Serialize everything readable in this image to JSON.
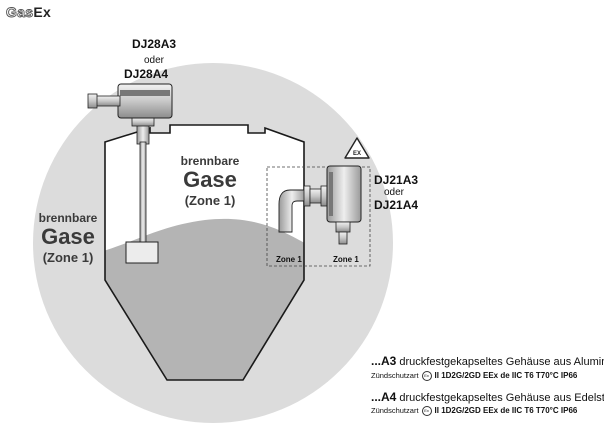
{
  "logo": {
    "part1": "Gas",
    "part2": "Ex"
  },
  "top_device": {
    "model_a": "DJ28A3",
    "connector": "oder",
    "model_b": "DJ28A4"
  },
  "side_device": {
    "model_a": "DJ21A3",
    "connector": "oder",
    "model_b": "DJ21A4"
  },
  "zone_left": {
    "line1": "brennbare",
    "line2": "Gase",
    "line3": "(Zone 1)"
  },
  "zone_inner": {
    "line1": "brennbare",
    "line2": "Gase",
    "line3": "(Zone 1)"
  },
  "box_zones": {
    "left": "Zone 1",
    "right": "Zone 1"
  },
  "warning_sign": {
    "text": "EX"
  },
  "legend": {
    "item1": {
      "code": "...A3",
      "desc": "druckfestgekapseltes Gehäuse aus Aluminium",
      "zs_label": "Zündschutzart",
      "ex_mark": "Ex",
      "spec": "II 1D2G/2GD  EEx de IIC T6  T70°C  IP66"
    },
    "item2": {
      "code": "...A4",
      "desc": "druckfestgekapseltes Gehäuse aus Edelstahl",
      "zs_label": "Zündschutzart",
      "ex_mark": "Ex",
      "spec": "II 1D2G/2GD  EEx de IIC T6  T70°C  IP66"
    }
  },
  "colors": {
    "zone_fill": "#dcdcdc",
    "material_fill": "#b4b4b4",
    "line": "#1a1a1a"
  }
}
